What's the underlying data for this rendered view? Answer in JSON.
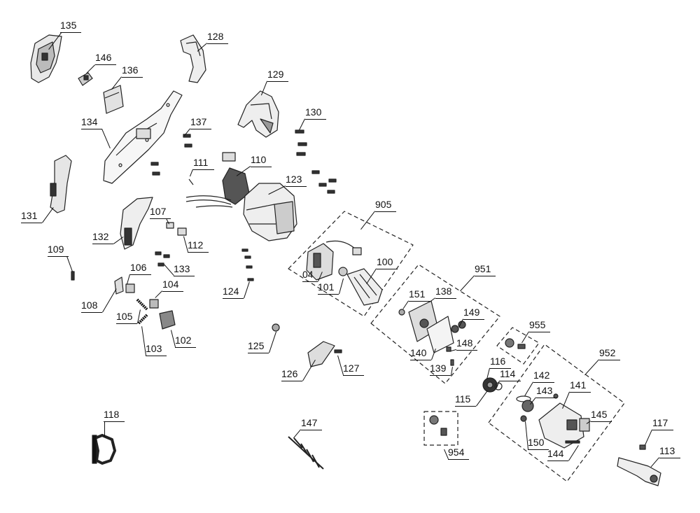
{
  "callouts": [
    {
      "id": "135",
      "label": "135"
    },
    {
      "id": "146",
      "label": "146"
    },
    {
      "id": "136",
      "label": "136"
    },
    {
      "id": "128",
      "label": "128"
    },
    {
      "id": "129",
      "label": "129"
    },
    {
      "id": "134",
      "label": "134"
    },
    {
      "id": "137",
      "label": "137"
    },
    {
      "id": "130",
      "label": "130"
    },
    {
      "id": "111",
      "label": "111"
    },
    {
      "id": "110",
      "label": "110"
    },
    {
      "id": "123",
      "label": "123"
    },
    {
      "id": "131",
      "label": "131"
    },
    {
      "id": "905",
      "label": "905"
    },
    {
      "id": "107",
      "label": "107"
    },
    {
      "id": "132",
      "label": "132"
    },
    {
      "id": "112",
      "label": "112"
    },
    {
      "id": "109",
      "label": "109"
    },
    {
      "id": "133",
      "label": "133"
    },
    {
      "id": "106",
      "label": "106"
    },
    {
      "id": "100",
      "label": "100"
    },
    {
      "id": "04",
      "label": "04"
    },
    {
      "id": "951",
      "label": "951"
    },
    {
      "id": "104",
      "label": "104"
    },
    {
      "id": "101",
      "label": "101"
    },
    {
      "id": "124",
      "label": "124"
    },
    {
      "id": "108",
      "label": "108"
    },
    {
      "id": "151",
      "label": "151"
    },
    {
      "id": "138",
      "label": "138"
    },
    {
      "id": "105",
      "label": "105"
    },
    {
      "id": "149",
      "label": "149"
    },
    {
      "id": "955",
      "label": "955"
    },
    {
      "id": "102",
      "label": "102"
    },
    {
      "id": "103",
      "label": "103"
    },
    {
      "id": "125",
      "label": "125"
    },
    {
      "id": "148",
      "label": "148"
    },
    {
      "id": "140",
      "label": "140"
    },
    {
      "id": "952",
      "label": "952"
    },
    {
      "id": "126",
      "label": "126"
    },
    {
      "id": "127",
      "label": "127"
    },
    {
      "id": "139",
      "label": "139"
    },
    {
      "id": "116",
      "label": "116"
    },
    {
      "id": "114",
      "label": "114"
    },
    {
      "id": "142",
      "label": "142"
    },
    {
      "id": "141",
      "label": "141"
    },
    {
      "id": "143",
      "label": "143"
    },
    {
      "id": "115",
      "label": "115"
    },
    {
      "id": "118",
      "label": "118"
    },
    {
      "id": "147",
      "label": "147"
    },
    {
      "id": "145",
      "label": "145"
    },
    {
      "id": "117",
      "label": "117"
    },
    {
      "id": "150",
      "label": "150"
    },
    {
      "id": "954",
      "label": "954"
    },
    {
      "id": "144",
      "label": "144"
    },
    {
      "id": "113",
      "label": "113"
    }
  ]
}
